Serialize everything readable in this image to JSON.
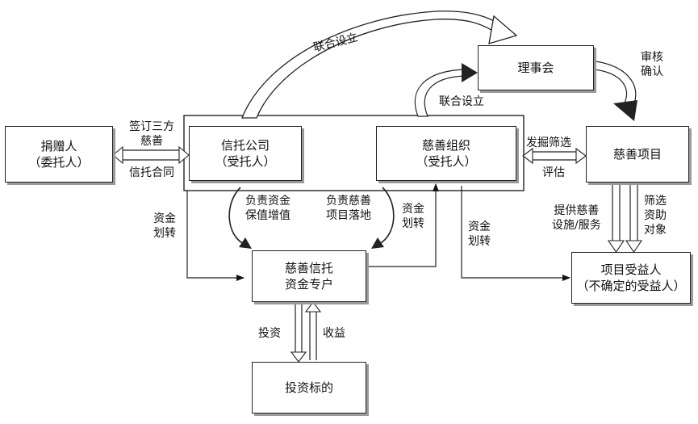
{
  "nodes": {
    "donor": {
      "line1": "捐赠人",
      "line2": "（委托人）"
    },
    "trust_company": {
      "line1": "信托公司",
      "line2": "（受托人）"
    },
    "charity_org": {
      "line1": "慈善组织",
      "line2": "（受托人）"
    },
    "board": {
      "line1": "理事会"
    },
    "charity_project": {
      "line1": "慈善项目"
    },
    "trust_account": {
      "line1": "慈善信托",
      "line2": "资金专户"
    },
    "investment_target": {
      "line1": "投资标的"
    },
    "beneficiary": {
      "line1": "项目受益人",
      "line2": "（不确定的受益人）"
    }
  },
  "edges": {
    "sign_tripartite": {
      "line1": "签订三方",
      "line2": "慈善"
    },
    "trust_contract": {
      "line1": "信托合同"
    },
    "joint_establish_top": {
      "line1": "联合设立"
    },
    "joint_establish_small": {
      "line1": "联合设立"
    },
    "review_confirm": {
      "line1": "审核",
      "line2": "确认"
    },
    "explore_screen": {
      "line1": "发掘筛选"
    },
    "evaluate": {
      "line1": "评估"
    },
    "fund_transfer_left": {
      "line1": "资金",
      "line2": "划转"
    },
    "value_preserve": {
      "line1": "负责资金",
      "line2": "保值增值"
    },
    "project_landing": {
      "line1": "负责慈善",
      "line2": "项目落地"
    },
    "fund_transfer_mid": {
      "line1": "资金",
      "line2": "划转"
    },
    "fund_transfer_right": {
      "line1": "资金",
      "line2": "划转"
    },
    "provide_facilities": {
      "line1": "提供慈善",
      "line2": "设施/服务"
    },
    "screen_recipients": {
      "line1": "筛选",
      "line2": "资助",
      "line3": "对象"
    },
    "invest": {
      "line1": "投资"
    },
    "income": {
      "line1": "收益"
    }
  }
}
